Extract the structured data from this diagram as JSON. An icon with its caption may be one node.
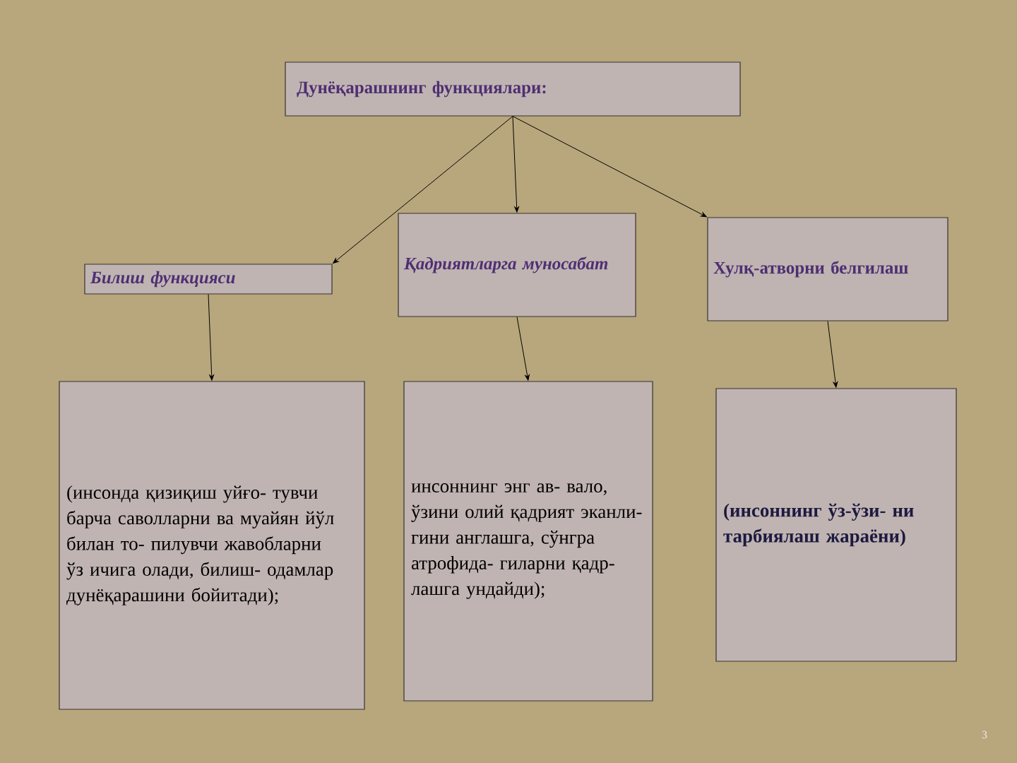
{
  "diagram": {
    "nodes": [
      {
        "text": [
          "Дунёқарашнинг функциялари:"
        ]
      },
      {
        "text": [
          "Билиш функцияси"
        ]
      },
      {
        "text": [
          "Қадриятларга муносабат"
        ]
      },
      {
        "text": [
          "Хулқ-атворни белгилаш"
        ]
      },
      {
        "text": [
          "(инсонда қизиқиш уйғо- тувчи барча саволларни ва муайян йўл билан то- пилувчи жавобларни ўз ичига олади, билиш- одамлар дунёқарашини бойитади);"
        ]
      },
      {
        "text": [
          "инсоннинг энг ав- вало, ўзини олий қадрият эканли- гини англашга, сўнгра атрофида- гиларни қадр- лашга ундайди);"
        ]
      },
      {
        "text": [
          "(инсоннинг ўз-ўзи- ни тарбиялаш жараёни)"
        ]
      }
    ],
    "edges": [
      {
        "from": 0,
        "to": 1,
        "arrow": "to"
      },
      {
        "from": 0,
        "to": 2,
        "arrow": "to"
      },
      {
        "from": 0,
        "to": 3,
        "arrow": "to"
      },
      {
        "from": 1,
        "to": 4,
        "arrow": "to"
      },
      {
        "from": 2,
        "to": 5,
        "arrow": "to"
      },
      {
        "from": 3,
        "to": 6,
        "arrow": "to"
      }
    ],
    "labels": [
      "3"
    ]
  }
}
